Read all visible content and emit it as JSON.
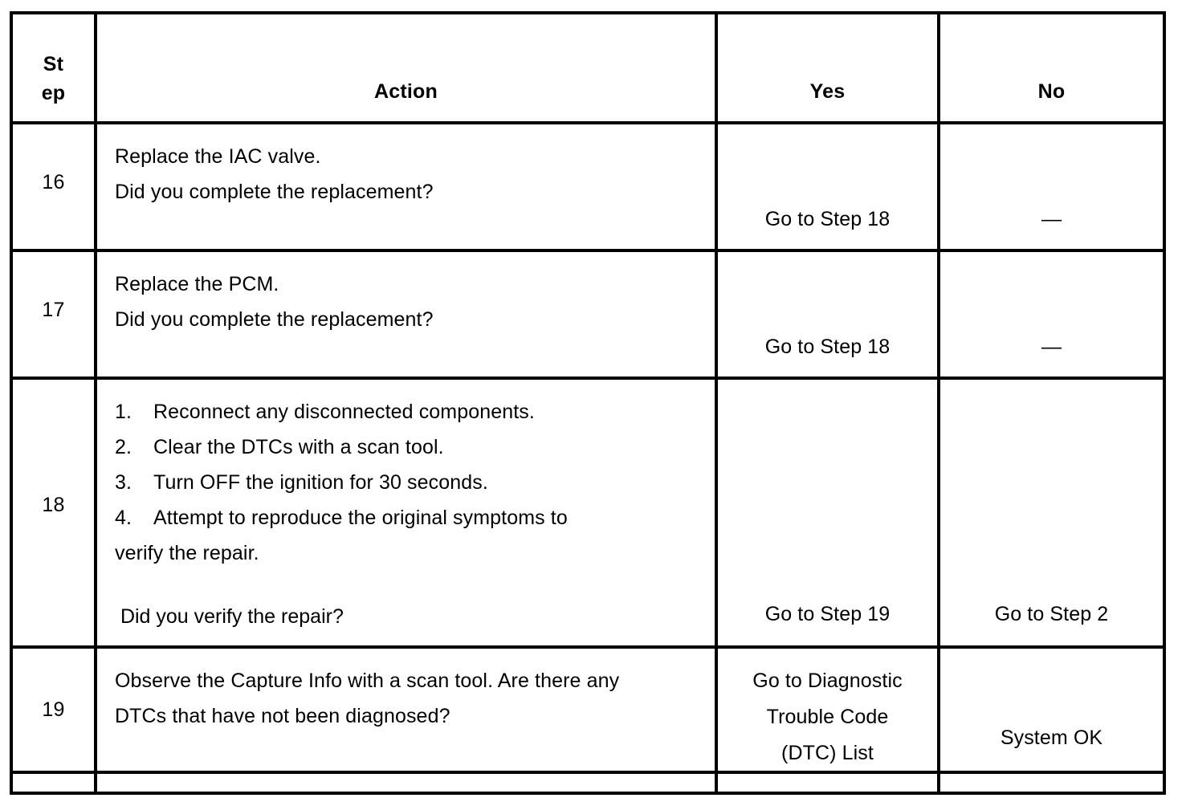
{
  "table": {
    "headers": {
      "step": "Step",
      "step_line1": "St",
      "step_line2": "ep",
      "action": "Action",
      "yes": "Yes",
      "no": "No"
    },
    "rows": [
      {
        "step": "16",
        "action_lines": [
          "Replace the IAC valve.",
          "Did you complete the replacement?"
        ],
        "yes_lines": [
          "Go to Step 18"
        ],
        "no_lines": [
          "—"
        ]
      },
      {
        "step": "17",
        "action_lines": [
          "Replace the PCM.",
          "Did you complete the replacement?"
        ],
        "yes_lines": [
          "Go to Step 18"
        ],
        "no_lines": [
          "—"
        ]
      },
      {
        "step": "18",
        "list_items": [
          {
            "marker": "1.",
            "text": "Reconnect any disconnected components."
          },
          {
            "marker": "2.",
            "text": "Clear the DTCs with a scan tool."
          },
          {
            "marker": "3.",
            "text": "Turn OFF the ignition for 30 seconds."
          },
          {
            "marker": "4.",
            "text": "Attempt to reproduce the original symptoms to"
          }
        ],
        "list_wrap_line": "verify the repair.",
        "question": " Did you verify the repair?",
        "yes_lines": [
          "Go to Step 19"
        ],
        "no_lines": [
          "Go to Step 2"
        ]
      },
      {
        "step": "19",
        "action_lines": [
          "Observe the Capture Info with a scan tool. Are there any",
          "DTCs that have not been diagnosed?"
        ],
        "yes_lines": [
          "Go to Diagnostic",
          "Trouble Code",
          "(DTC) List"
        ],
        "no_lines": [
          "System OK"
        ]
      }
    ]
  },
  "colors": {
    "border": "#000000",
    "text": "#000000",
    "background": "#ffffff"
  }
}
